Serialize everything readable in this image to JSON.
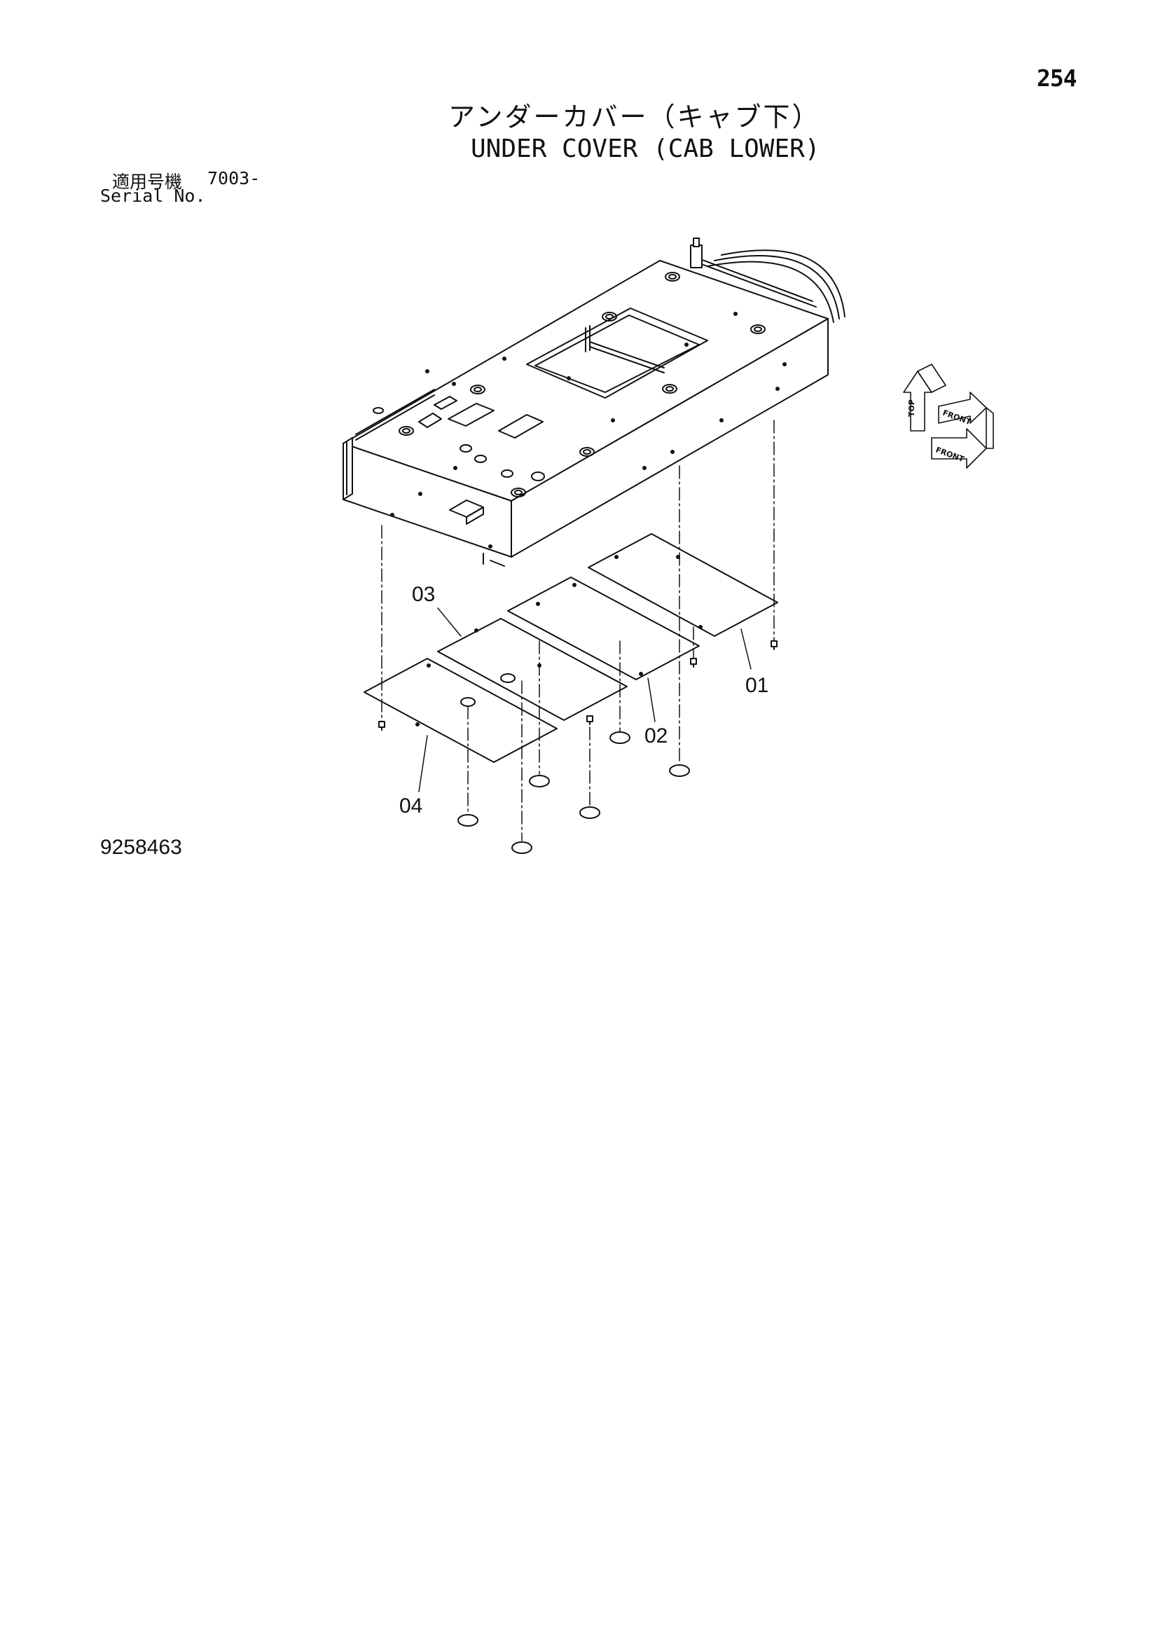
{
  "page": {
    "number": "254",
    "title_ja": "アンダーカバー（キャブ下）",
    "title_en": "UNDER COVER (CAB LOWER)",
    "serial_label_ja": "適用号機",
    "serial_value": "7003-",
    "serial_label_en": "Serial No.",
    "drawing_number": "9258463"
  },
  "diagram": {
    "callouts": [
      "01",
      "02",
      "03",
      "04"
    ],
    "orientation_badge": {
      "labels": [
        "TOP",
        "FRONT",
        "FRONT"
      ]
    }
  }
}
